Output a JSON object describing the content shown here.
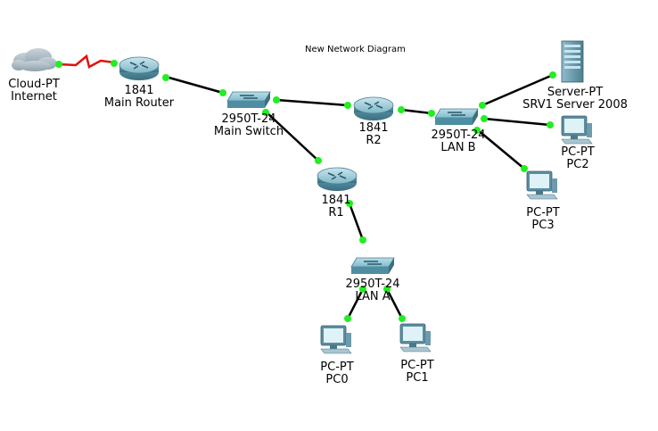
{
  "title": "New Network Diagram",
  "devices": {
    "cloud": {
      "model": "Cloud-PT",
      "name": "Internet"
    },
    "main_router": {
      "model": "1841",
      "name": "Main Router"
    },
    "main_switch": {
      "model": "2950T-24",
      "name": "Main Switch"
    },
    "r2": {
      "model": "1841",
      "name": "R2"
    },
    "r1": {
      "model": "1841",
      "name": "R1"
    },
    "lan_b": {
      "model": "2950T-24",
      "name": "LAN B"
    },
    "lan_a": {
      "model": "2950T-24",
      "name": "LAN A"
    },
    "server": {
      "model": "Server-PT",
      "name": "SRV1 Server 2008"
    },
    "pc2": {
      "model": "PC-PT",
      "name": "PC2"
    },
    "pc3": {
      "model": "PC-PT",
      "name": "PC3"
    },
    "pc0": {
      "model": "PC-PT",
      "name": "PC0"
    },
    "pc1": {
      "model": "PC-PT",
      "name": "PC1"
    }
  },
  "colors": {
    "link": "#000000",
    "serial_link": "#e01010",
    "port_up": "#22ee22",
    "device_body": "#5a9bb0",
    "device_top": "#9fd0de"
  }
}
